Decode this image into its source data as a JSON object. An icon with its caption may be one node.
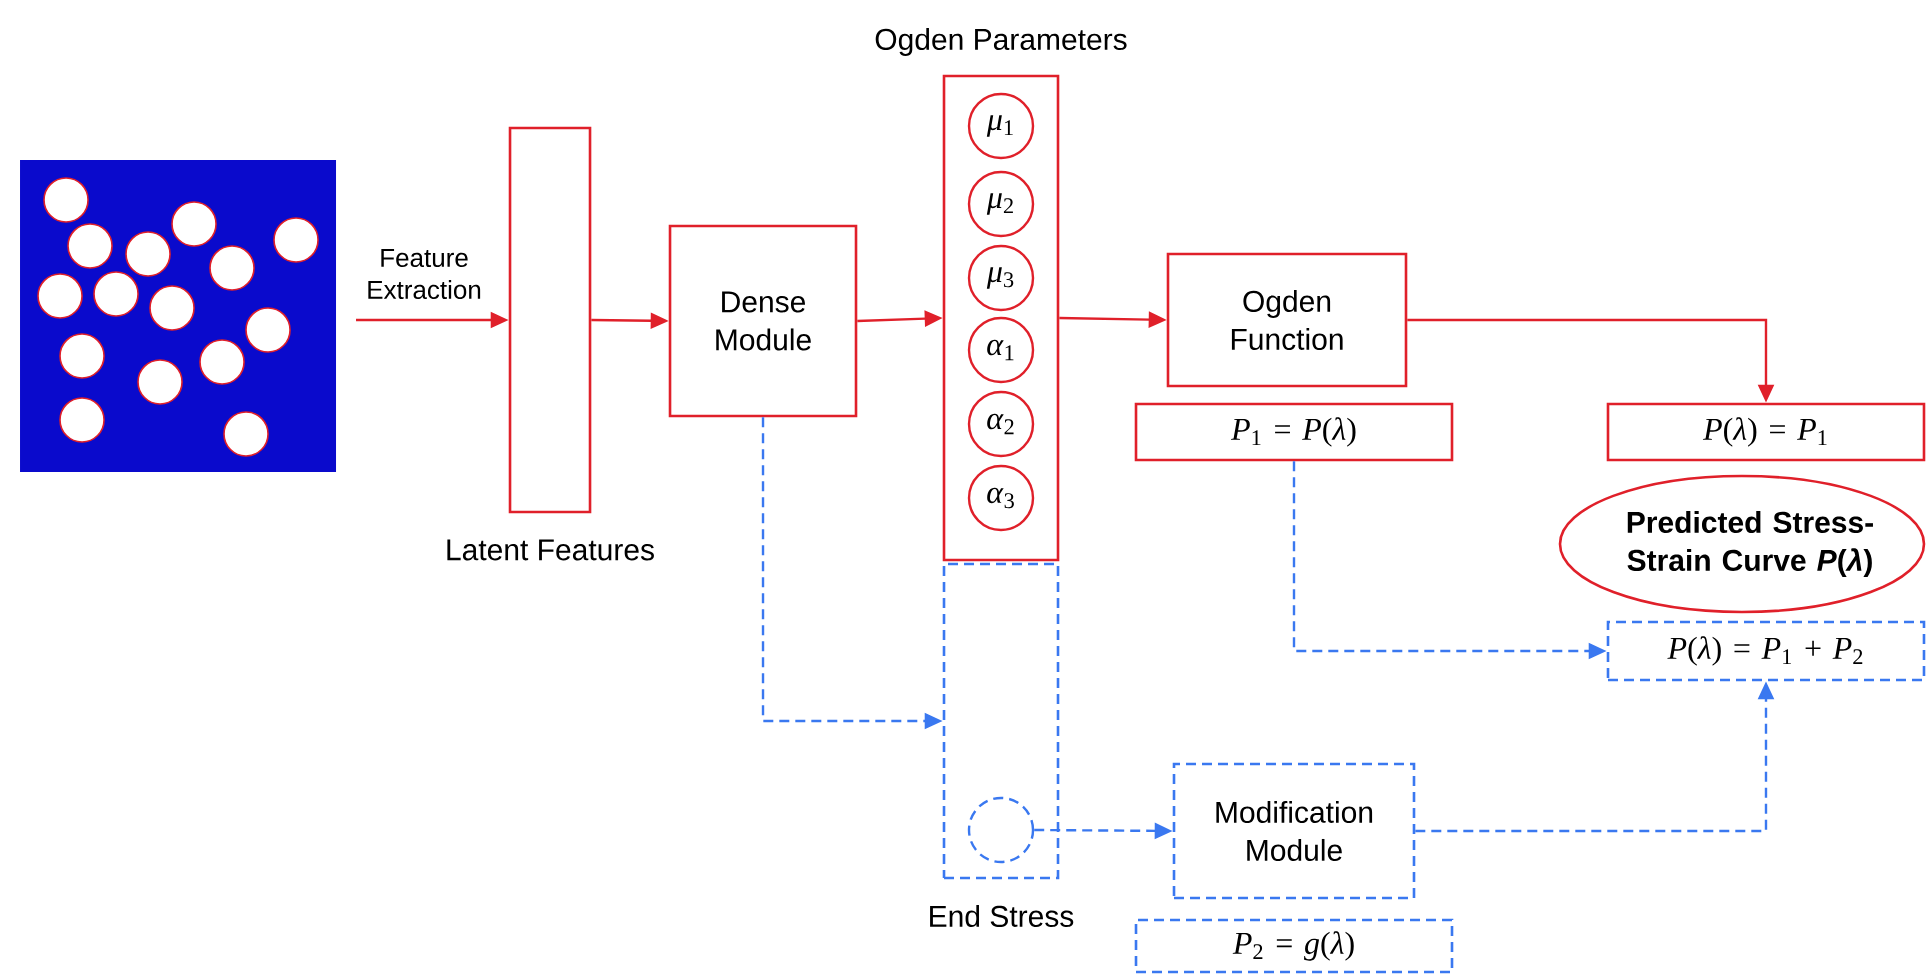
{
  "diagram": {
    "nodes": [
      {
        "text": [],
        "shape": "picture"
      },
      {
        "text": [
          "Latent Features"
        ]
      },
      {
        "text": [
          "Dense Module"
        ]
      },
      {
        "text": [
          "Ogden Parameters"
        ]
      },
      {
        "text": [
          "*μ*$_{1}$"
        ],
        "in": 3
      },
      {
        "text": [
          "*μ*$_{2}$"
        ],
        "in": 3
      },
      {
        "text": [
          "*μ*$_{3}$"
        ],
        "in": 3
      },
      {
        "text": [
          "*α*$_{1}$"
        ],
        "in": 3
      },
      {
        "text": [
          "*α*$_{2}$"
        ],
        "in": 3
      },
      {
        "text": [
          "*α*$_{3}$"
        ],
        "in": 3
      },
      {
        "text": [
          "End Stress"
        ]
      },
      {
        "text": [],
        "shape": "circle",
        "in": 10
      },
      {
        "text": [
          "Ogden Function"
        ]
      },
      {
        "text": [
          "*P*$_{1}$ = *P*(*λ*)"
        ]
      },
      {
        "text": [
          "*P*(*λ*) = *P*$_{1}$"
        ]
      },
      {
        "text": [
          "Predicted Stress-Strain Curve *P*(*λ*)"
        ]
      },
      {
        "text": [
          "*P*(*λ*) = *P*$_{1}$ + *P*$_{2}$"
        ]
      },
      {
        "text": [
          "Modification Module"
        ]
      },
      {
        "text": [
          "*P*$_{2}$ = *g*(*λ*)"
        ]
      }
    ],
    "edges": [
      {
        "from": 0,
        "to": 1,
        "arrow": "to",
        "label": "Feature Extraction"
      },
      {
        "from": 1,
        "to": 2,
        "arrow": "to"
      },
      {
        "from": 2,
        "to": 3,
        "arrow": "to"
      },
      {
        "from": 3,
        "to": 12,
        "arrow": "to"
      },
      {
        "from": 12,
        "to": 14,
        "arrow": "to"
      },
      {
        "from": 2,
        "to": 10,
        "arrow": "to",
        "style": "dashed",
        "color": "#3a78f0"
      },
      {
        "from": 11,
        "to": 17,
        "arrow": "to",
        "style": "dashed",
        "color": "#3a78f0"
      },
      {
        "from": 13,
        "to": 16,
        "arrow": "to",
        "style": "dashed",
        "color": "#3a78f0"
      },
      {
        "from": 17,
        "to": 16,
        "arrow": "to",
        "style": "dashed",
        "color": "#3a78f0"
      }
    ]
  }
}
